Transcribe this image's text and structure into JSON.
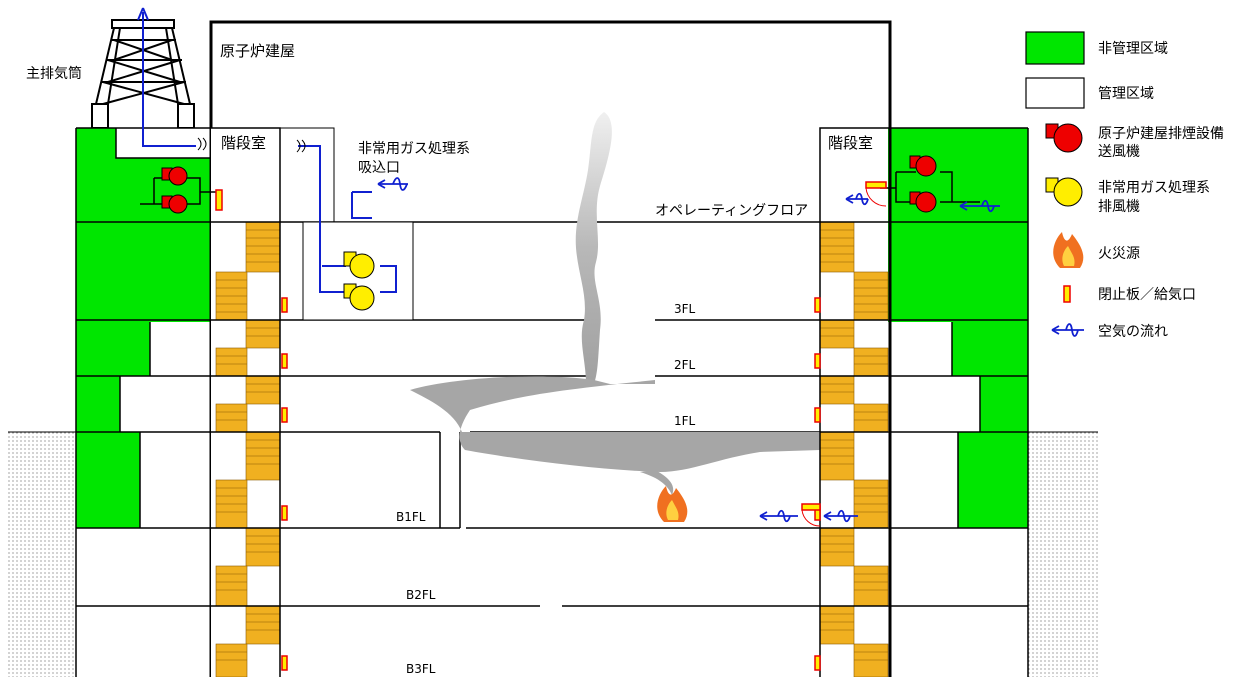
{
  "labels": {
    "main_stack": "主排気筒",
    "reactor_building": "原子炉建屋",
    "stair_left": "階段室",
    "stair_right": "階段室",
    "sgts_inlet_line1": "非常用ガス処理系",
    "sgts_inlet_line2": "吸込口",
    "operating_floor": "オペレーティングフロア",
    "floor_3": "3FL",
    "floor_2": "2FL",
    "floor_1": "1FL",
    "floor_b1": "B1FL",
    "floor_b2": "B2FL",
    "floor_b3": "B3FL"
  },
  "legend": {
    "uncontrolled_area": "非管理区域",
    "controlled_area": "管理区域",
    "smoke_fan_line1": "原子炉建屋排煙設備",
    "smoke_fan_line2": "送風機",
    "sgts_fan_line1": "非常用ガス処理系",
    "sgts_fan_line2": "排風機",
    "fire_source": "火災源",
    "damper": "閉止板／給気口",
    "air_flow": "空気の流れ"
  },
  "colors": {
    "uncontrolled_green": "#00e600",
    "stairs_orange": "#f0b020",
    "smoke_fan_red": "#ee0000",
    "sgts_fan_yellow": "#ffee00",
    "airflow_blue": "#1020d0",
    "smoke_gray": "#a0a0a0"
  }
}
